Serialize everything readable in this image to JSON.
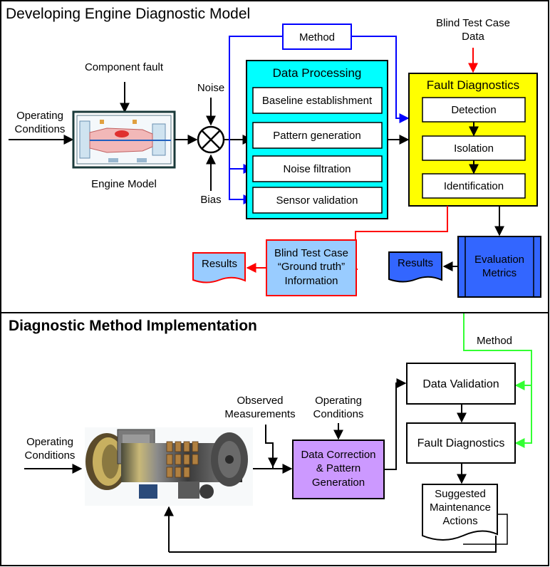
{
  "top_section": {
    "title": "Developing Engine Diagnostic Model",
    "operating_conditions": [
      "Operating",
      "Conditions"
    ],
    "component_fault": "Component fault",
    "engine_model": "Engine Model",
    "noise": "Noise",
    "bias": "Bias",
    "method": "Method",
    "data_processing": {
      "title": "Data Processing",
      "items": [
        "Baseline establishment",
        "Pattern generation",
        "Noise filtration",
        "Sensor validation"
      ]
    },
    "blind_test_case_data": [
      "Blind Test Case",
      "Data"
    ],
    "fault_diagnostics": {
      "title": "Fault Diagnostics",
      "items": [
        "Detection",
        "Isolation",
        "Identification"
      ]
    },
    "evaluation_metrics": [
      "Evaluation",
      "Metrics"
    ],
    "results_left": "Results",
    "results_right": "Results",
    "ground_truth": [
      "Blind Test Case",
      "“Ground truth”",
      "Information"
    ]
  },
  "bottom_section": {
    "title": "Diagnostic Method Implementation",
    "operating_conditions_left": [
      "Operating",
      "Conditions"
    ],
    "observed_measurements": [
      "Observed",
      "Measurements"
    ],
    "operating_conditions_mid": [
      "Operating",
      "Conditions"
    ],
    "data_correction": [
      "Data Correction",
      "& Pattern",
      "Generation"
    ],
    "data_validation": "Data Validation",
    "fault_diagnostics": "Fault Diagnostics",
    "method": "Method",
    "suggested_actions": [
      "Suggested",
      "Maintenance",
      "Actions"
    ]
  },
  "colors": {
    "data_processing_fill": "#00ffff",
    "fault_diagnostics_fill": "#ffff00",
    "evaluation_fill": "#3366ff",
    "ground_truth_fill": "#99ccff",
    "data_correction_fill": "#cc99ff",
    "blue_arrow": "#0000ff",
    "red_arrow": "#ff0000",
    "green_arrow": "#33ff33"
  }
}
